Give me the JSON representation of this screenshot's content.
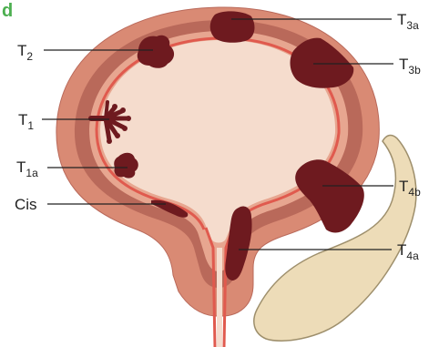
{
  "panel_letter": "d",
  "colors": {
    "panel_letter": "#4caf50",
    "bladder_wall_outer": "#d98a74",
    "bladder_wall_band": "#b9695a",
    "bladder_wall_inner": "#e7a690",
    "mucosa_line": "#e05a4e",
    "lumen": "#f5dccd",
    "tumor": "#6e1a1f",
    "prostate_bone": "#eddcb8",
    "prostate_bone_edge": "#9e8f6c",
    "leader_line": "#222222"
  },
  "labels": {
    "t2": {
      "main": "T",
      "sub": "2"
    },
    "t1": {
      "main": "T",
      "sub": "1"
    },
    "t1a": {
      "main": "T",
      "sub": "1a"
    },
    "cis": {
      "main": "Cis",
      "sub": ""
    },
    "t3a": {
      "main": "T",
      "sub": "3a"
    },
    "t3b": {
      "main": "T",
      "sub": "3b"
    },
    "t4b": {
      "main": "T",
      "sub": "4b"
    },
    "t4a": {
      "main": "T",
      "sub": "4a"
    }
  }
}
